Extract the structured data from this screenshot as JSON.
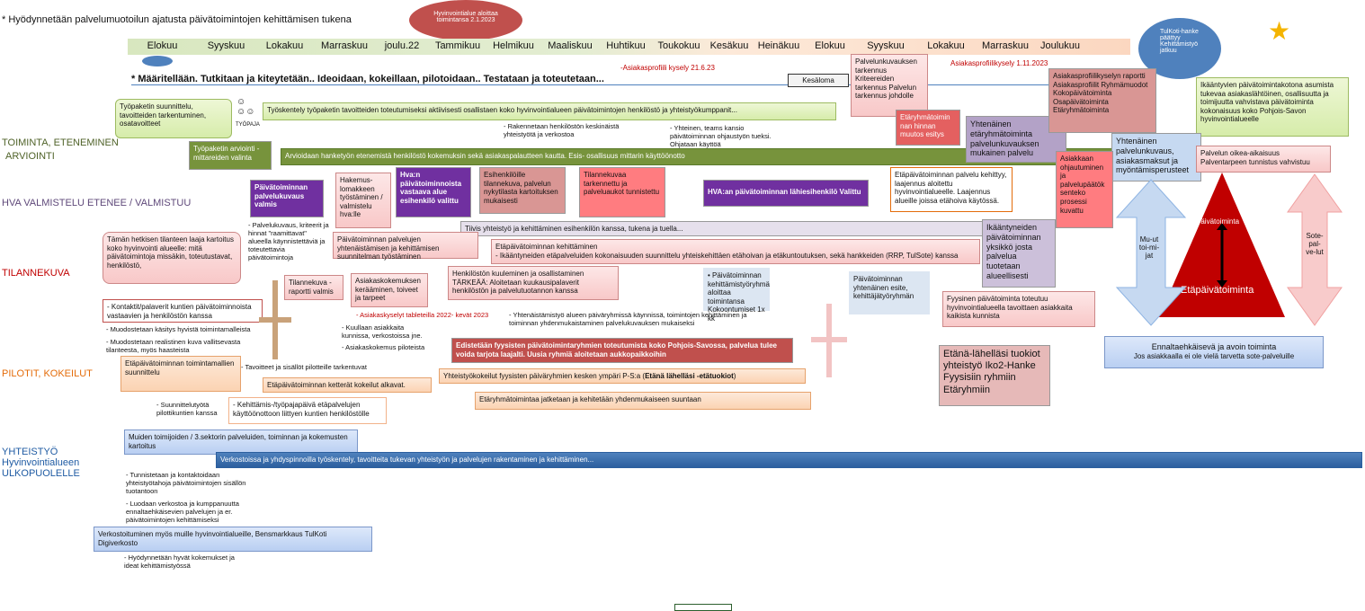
{
  "header": {
    "title": "* Hyödynnetään palvelumuotoilun ajatusta päivätoimintojen kehittämisen tukena",
    "note_oval": "Hyvinvointialue aloittaa toimintansa 2.1.2023",
    "tulkoti_oval": "TulKoti-hanke päättyy Kehittämistyö jatkuu",
    "months": [
      "Elokuu",
      "Syyskuu",
      "Lokakuu",
      "Marraskuu",
      "joulu.22",
      "Tammikuu",
      "Helmikuu",
      "Maaliskuu",
      "Huhtikuu",
      "Toukokuu",
      "Kesäkuu",
      "Heinäkuu",
      "Elokuu",
      "Syyskuu",
      "Lokakuu",
      "Marraskuu",
      "Joulukuu"
    ],
    "subtitle": "* Määritellään. Tutkitaan ja kiteytetään.. Ideoidaan, kokeillaan, pilotoidaan.. Testataan ja toteutetaan...",
    "survey1": "-Asiakasprofiili kysely  21.6.23",
    "survey2": "Asiakasprofiilikysely 1.11.2023",
    "kesaloma": "Kesäloma",
    "star": "★",
    "tyopaja": "TYÖPAJA"
  },
  "rows": {
    "toiminta": "TOIMINTA, ETENEMINEN",
    "arviointi": "ARVIOINTI",
    "hva": "HVA VALMISTELU ETENEE / VALMISTUU",
    "tilannekuva": "TILANNEKUVA",
    "pilotit": "PILOTIT, KOKEILUT",
    "yhteistyo": "YHTEISTYÖ Hyvinvointialueen ULKOPUOLELLE"
  },
  "boxes": {
    "b1": "Työpaketin suunnittelu, tavoitteiden tarkentuminen, osatavoitteet",
    "b2": "Työskentely työpaketin tavoitteiden toteutumiseksi aktiivisesti osallistaen koko hyvinvointialueen päivätoimintojen henkilöstö ja yhteistyökumppanit...",
    "b3": "Työpaketin arviointi - mittareiden valinta",
    "b4": "Arvioidaan hanketyön etenemistä henkilöstö kokemuksin sekä asiakaspalautteen kautta. Esis- osallisuus mittarin käyttöönotto",
    "b5": "- Rakennetaan henkilöstön keskinäistä yhteistyötä ja verkostoa",
    "b6": "- Yhteinen, teams kansio päivätoiminnan ohjaustyön tueksi. Ohjataan käyttöä",
    "b7": "Palvelunkuvauksen tarkennus Kriteereiden tarkennus Palvelun tarkennus johdolle",
    "b8": "Etäryhmätoimin nan hinnan muutos esitys",
    "b9": "Yhtenäinen etäryhmätoiminta palvelunkuvauksen mukainen palvelu",
    "b10": "Asiakasprofiilikyselyn raportti Asiakasprofiilit Ryhmämuodot Kokopäivätoiminta Osapäivätoiminta Etäryhmätoiminta",
    "b11": "Ikääntyvien päivätoimintakotona asumista tukevaa asiakaslähtöinen, osallisuutta ja toimijuutta vahvistava päivätoiminta kokonaisuus koko Pohjois-Savon hyvinvointialueelle",
    "b12": "Yhtenäinen palvelunkuvaus, asiakasmaksut ja myöntämisperusteet",
    "b13": "Palvelun oikea-aikaisuus Palventarpeen tunnistus vahvistuu",
    "b14": "Päivätoiminnan palvelukuvaus valmis",
    "b15": "Hakemus-lomakkeen työstäminen / valmistelu hva:lle",
    "b16": "Hva:n päivätoiminnoista vastaava alue esihenkilö valittu",
    "b17": "Esihenkilöille tilannekuva, palvelun nykytilasta kartoituksen mukaisesti",
    "b18": "Tilannekuvaa tarkennettu ja palveluaukot tunnistettu",
    "b19": "HVA:an päivätoiminnan lähiesihenkilö Valittu",
    "b20": "Etäpäivätoiminnan palvelu kehittyy, laajennus aloitettu hyvinvointialueelle. Laajennus alueille joissa etähoiva käytössä.",
    "b21": "Asiakkaan ohjautuminen ja palvelupäätök senteko prosessi kuvattu",
    "b22": "- Palvelukuvaus, kriteerit ja hinnat \"raamittavat\" alueella käynnistettäviä ja toteutettavia päivätoimintoja",
    "b23": "Tiivis yhteistyö ja kehittäminen esihenkilön kanssa, tukena ja tuella...",
    "b24": "Ikääntyneiden päivätoiminnan yksikkö josta palvelua tuotetaan alueellisesti",
    "b25": "Tämän hetkisen tilanteen laaja kartoitus koko hyvinvointi alueelle: mitä päivätoimintoja missäkin, toteutustavat, henkilöstö,",
    "b26": "Päivätoiminnan palvelujen yhtenäistämisen ja kehittämisen suunnitelman työstäminen",
    "b27": "Etäpäivätoiminnan kehittäminen",
    "b27b": "- Ikääntyneiden etäpalveluiden kokonaisuuden suunnittelu yhteiskehittäen etähoivan ja etäkuntoutuksen, sekä hankkeiden (RRP, TulSote) kanssa",
    "b28": "Tilannekuva - raportti valmis",
    "b29": "Asiakaskokemuksen kerääminen, toiveet ja tarpeet",
    "b30": "Henkilöstön kuuleminen ja osallistaminen",
    "b30b": "TÄRKEÄÄ: Aloitetaan kuukausipalaverit henkilöstön ja palvelutuotannon kanssa",
    "b31": "• Päivätoiminnan kehittämistyöryhmä aloittaa toimintansa Kokoontumiset 1x kk",
    "b32": "Päivätoiminnan yhtenäinen esite, kehittäjätyöryhmän",
    "b33": "Fyysinen päivätoiminta toteutuu hyvinvointialueella tavoittaen asiakkaita kaikista kunnista",
    "b34": "- Kontaktit/palaverit kuntien päivätoiminnoista vastaavien ja henkilöstön kanssa",
    "b35": "- Asiakaskyselyt tableteilla 2022- kevät 2023",
    "b36": "- Muodostetaan käsitys hyvistä toimintamalleista",
    "b37": "- Muodostetaan realistinen kuva vallitsevasta tilanteesta, myös haasteista",
    "b38": "- Kuullaan asiakkaita kunnissa, verkostoissa jne.",
    "b39": "- Asiakaskokemus piloteista",
    "b40": "- Yhtenäistämistyö alueen päiväryhmissä käynnissä, toimintojen kehittäminen ja toiminnan yhdenmukaistaminen palvelukuvauksen mukaiseksi",
    "b41": "Edistetään fyysisten päivätoimintaryhmien toteutumista koko Pohjois-Savossa, palvelua tulee voida tarjota laajalti. Uusia ryhmiä aloitetaan aukkopaikkoihin",
    "b42": "Etäpäivätoiminnan toimintamallien suunnittelu",
    "b43": "- Tavoitteet ja sisällöt pilotteille tarkentuvat",
    "b44": "Etäpäivätoiminnan ketterät kokeilut alkavat.",
    "b45a": "Yhteistyökokeilut fyysisten päiväryhmien kesken ympäri P-S:a (",
    "b45b": "Etänä lähelläsi -etätuokiot",
    "b45c": ")",
    "b46": "Etäryhmätoimintaa jatketaan ja kehitetään yhdenmukaiseen suuntaan",
    "b47": "- Suunnittelutyötä pilottikuntien kanssa",
    "b48": "- Kehittämis-/työpajapäivä etäpalvelujen käyttöönottoon liittyen kuntien henkilöstölle",
    "b49": "Etänä-lähelläsi tuokiot yhteistyö Iko2-Hanke Fyysisiin ryhmiin Etäryhmiin",
    "b50": "Ennaltaehkäisevä ja avoin toiminta",
    "b50b": "Jos asiakkaalla ei ole vielä tarvetta sote-palveluille",
    "b51": "Muiden toimijoiden / 3.sektorin palveluiden, toiminnan ja kokemusten kartoitus",
    "b52": "Verkostoissa ja yhdyspinnoilla työskentely, tavoitteita tukevan yhteistyön ja palvelujen rakentaminen ja kehittäminen...",
    "b53": "- Tunnistetaan ja kontaktoidaan yhteistyötahoja päivätoimintojen sisällön tuotantoon",
    "b54": "- Luodaan verkostoa ja kumppanuutta ennaltaehkäisevien palvelujen ja er. päivätoimintojen kehittämiseksi",
    "b55": "Verkostoituminen myös muille hyvinvointialueille, Bensmarkkaus TulKoti Digiverkosto",
    "b56": "- Hyödynnetään hyvät kokemukset ja ideat kehittämistyössä"
  },
  "pyramid": {
    "top": "Päivätoiminta",
    "bottom": "Etäpäivätoiminta"
  },
  "arrows": {
    "left": "Mu-ut toi-mi-jat",
    "right": "Sote-pal-ve-lut"
  }
}
